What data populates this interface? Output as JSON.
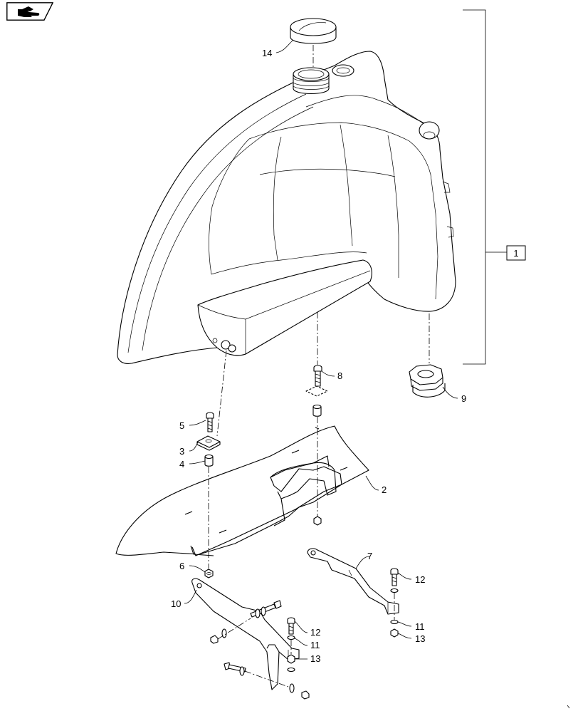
{
  "nav": {
    "icon": "page-turn-hand-icon"
  },
  "callouts": {
    "c1": "1",
    "c2": "2",
    "c3": "3",
    "c4": "4",
    "c5": "5",
    "c6": "6",
    "c7": "7",
    "c8": "8",
    "c9": "9",
    "c10": "10",
    "c11a": "11",
    "c11b": "11",
    "c12a": "12",
    "c12b": "12",
    "c13a": "13",
    "c13b": "13",
    "c14": "14"
  }
}
